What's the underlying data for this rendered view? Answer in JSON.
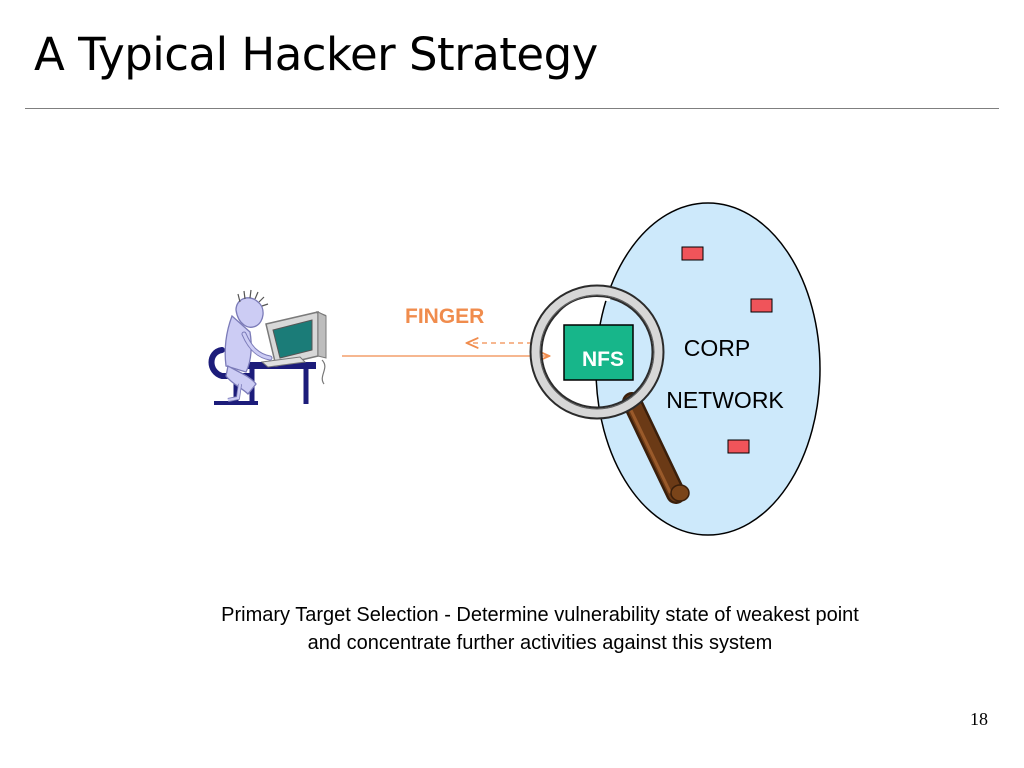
{
  "slide": {
    "title": "A Typical Hacker Strategy",
    "caption_line1": "Primary Target Selection - Determine vulnerability state of weakest point",
    "caption_line2": "and concentrate further activities against this system",
    "page_number": "18"
  },
  "diagram": {
    "probe_label": "FINGER",
    "service_label": "NFS",
    "network_label_line1": "CORP",
    "network_label_line2": "NETWORK",
    "colors": {
      "network_fill": "#cde9fb",
      "probe_orange": "#f08c4d",
      "nfs_green": "#17b68a",
      "host_red": "#f0545a",
      "magnifier_handle": "#6b3a16"
    },
    "icons": [
      "hacker-at-computer-icon",
      "magnifying-glass-icon",
      "host-icon"
    ]
  }
}
